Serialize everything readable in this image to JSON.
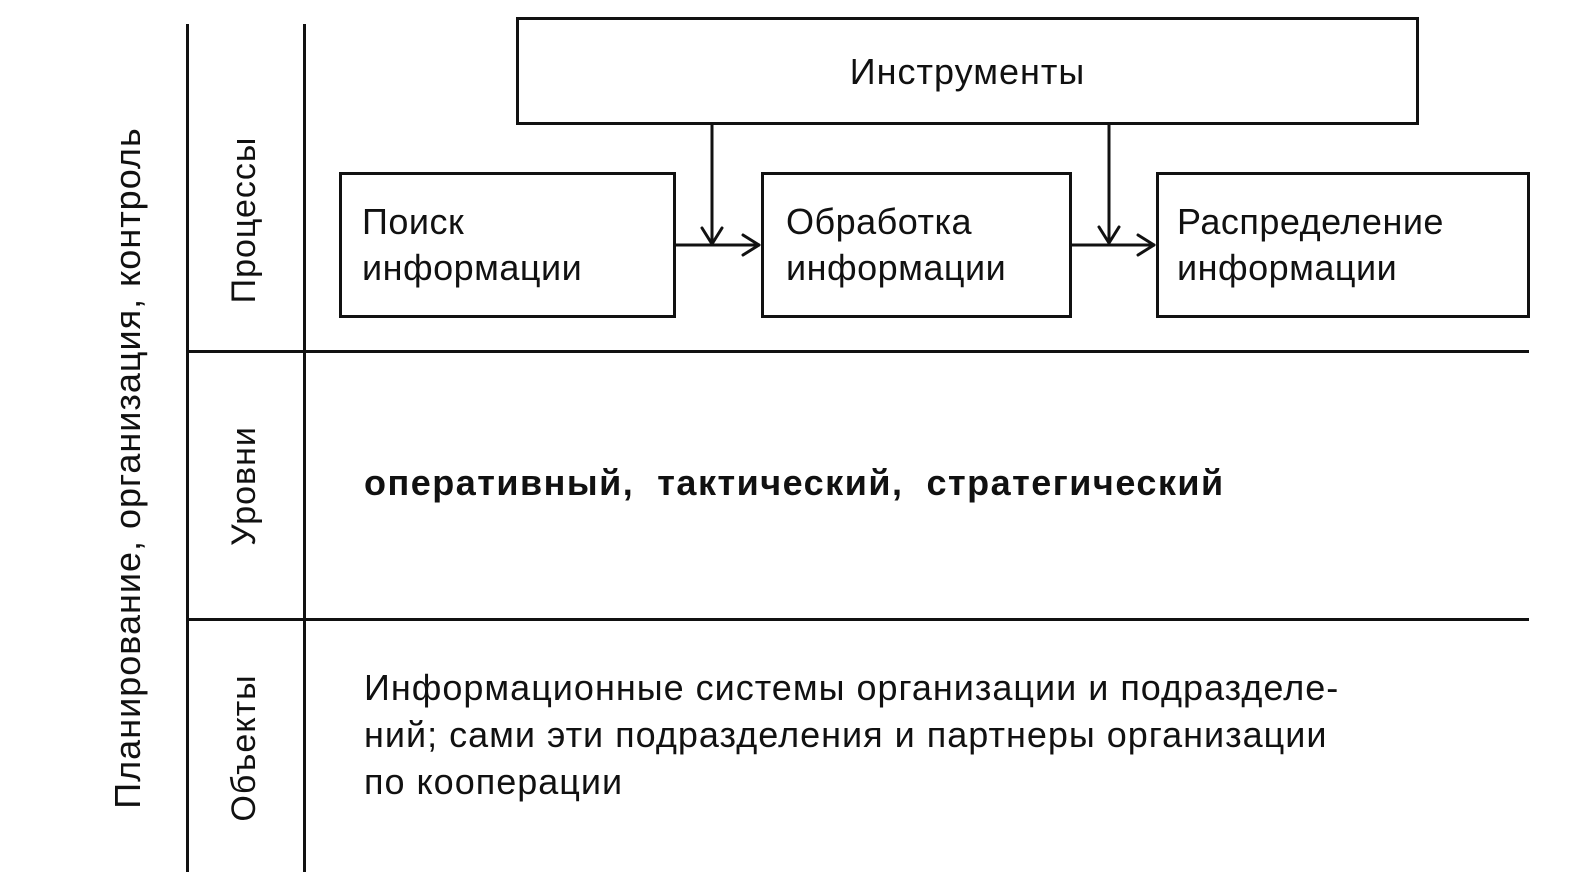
{
  "outer_label": "Планирование, организация, контроль",
  "rows": {
    "processes": {
      "label": "Процессы"
    },
    "levels": {
      "label": "Уровни",
      "content": "оперативный,  тактический,  стратегический"
    },
    "objects": {
      "label": "Объекты",
      "lines": [
        "Информационные системы организации и подразделе-",
        "ний; сами эти подразделения и партнеры организации",
        "по кооперации"
      ]
    }
  },
  "tools_box": {
    "label": "Инструменты"
  },
  "process_boxes": [
    {
      "line1": "Поиск",
      "line2": "информации"
    },
    {
      "line1": "Обработка",
      "line2": "информации"
    },
    {
      "line1": "Распределение",
      "line2": "информации"
    }
  ],
  "colors": {
    "ink": "#111111",
    "background": "#ffffff"
  }
}
